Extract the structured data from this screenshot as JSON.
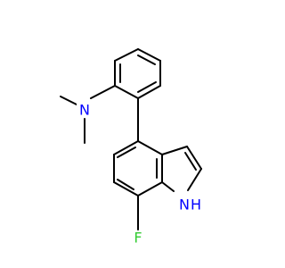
{
  "molecule": {
    "atoms": {
      "n_dimethylamino": {
        "symbol": "N",
        "color": "#0000ff"
      },
      "n_indole": {
        "symbol": "N",
        "h_label": "H",
        "color": "#0000ff"
      },
      "fluorine": {
        "symbol": "F",
        "color": "#33cc33"
      }
    },
    "bond_color": "#000000"
  }
}
